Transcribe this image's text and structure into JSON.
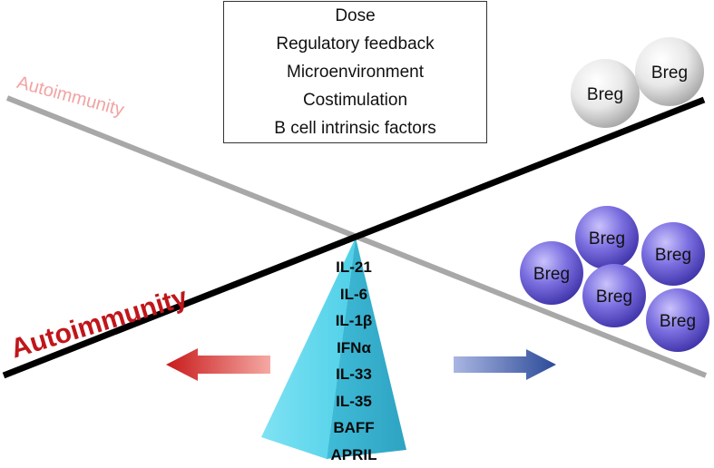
{
  "factors": [
    "Dose",
    "Regulatory feedback",
    "Microenvironment",
    "Costimulation",
    "B cell intrinsic factors"
  ],
  "cytokines": [
    "IL-21",
    "IL-6",
    "IL-1β",
    "IFNα",
    "IL-33",
    "IL-35",
    "BAFF",
    "APRIL"
  ],
  "autoimmunity_light_label": "Autoimmunity",
  "autoimmunity_dark_label": "Autoimmunity",
  "breg_upper": [
    "Breg",
    "Breg"
  ],
  "breg_lower": [
    "Breg",
    "Breg",
    "Breg",
    "Breg",
    "Breg"
  ],
  "colors": {
    "left_arrow": "#d42a2a",
    "right_arrow": "#2f4f9e",
    "pyramid": "#5fd6ec",
    "breg_light": "#e6e6e6",
    "breg_blue": "#6a5fd4",
    "autoimmunity_dark": "#c0161b",
    "autoimmunity_light": "#f2a3a3"
  }
}
